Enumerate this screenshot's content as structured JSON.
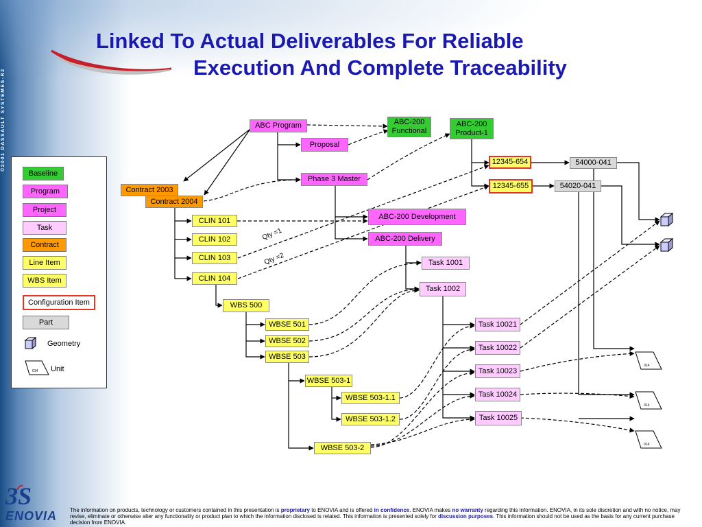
{
  "header": {
    "title_line1": "Linked To Actual Deliverables For Reliable",
    "title_line2": "Execution And Complete Traceability",
    "vertical_copyright": "©2001 DASSAULT SYSTEMES-R2"
  },
  "legend": {
    "baseline": "Baseline",
    "program": "Program",
    "project": "Project",
    "task": "Task",
    "contract": "Contract",
    "line_item": "Line Item",
    "wbs_item": "WBS Item",
    "configuration_item": "Configuration Item",
    "part": "Part",
    "geometry": "Geometry",
    "unit": "Unit"
  },
  "nodes": {
    "abc_program": "ABC Program",
    "abc200_functional": "ABC-200 Functional",
    "abc200_product1": "ABC-200 Product-1",
    "proposal": "Proposal",
    "phase3_master": "Phase 3 Master",
    "contract_2003": "Contract 2003",
    "contract_2004": "Contract 2004",
    "clin_101": "CLIN 101",
    "clin_102": "CLIN 102",
    "clin_103": "CLIN 103",
    "clin_104": "CLIN 104",
    "abc200_development": "ABC-200 Development",
    "abc200_delivery": "ABC-200 Delivery",
    "task_1001": "Task 1001",
    "task_1002": "Task 1002",
    "ci_12345_654": "12345-654",
    "ci_12345_655": "12345-655",
    "part_54000_041": "54000-041",
    "part_54020_041": "54020-041",
    "wbs_500": "WBS 500",
    "wbse_501": "WBSE 501",
    "wbse_502": "WBSE 502",
    "wbse_503": "WBSE 503",
    "wbse_503_1": "WBSE 503-1",
    "wbse_503_1_1": "WBSE 503-1.1",
    "wbse_503_1_2": "WBSE 503-1.2",
    "wbse_503_2": "WBSE 503-2",
    "task_10021": "Task 10021",
    "task_10022": "Task 10022",
    "task_10023": "Task 10023",
    "task_10024": "Task 10024",
    "task_10025": "Task 10025",
    "unit_label": "014"
  },
  "annotations": {
    "qty1": "Qty =1",
    "qty2": "Qty =2"
  },
  "footer": {
    "t1": "The information on products, technology or customers contained in this presentation is ",
    "h1": "proprietary",
    "t2": " to ENOVIA and is offered ",
    "h2": "in confidence",
    "t3": ".  ENOVIA makes ",
    "h3": "no warranty",
    "t4": " regarding this information. ENOVIA, in its sole discretion and with no notice, may revise, eliminate or otherwise alter any functionality or product plan to which the information disclosed is related. This information is presented solely for ",
    "h4": "discussion purposes",
    "t5": ". This information should not be used as the basis for any current purchase decision from ENOVIA."
  },
  "logo": {
    "ds": "3S",
    "brand": "ENOVIA"
  },
  "colors": {
    "title": "#1a1ab0",
    "baseline": "#33cc33",
    "program": "#ff66ff",
    "project": "#ff66ff",
    "task": "#ffccff",
    "contract": "#ff9900",
    "line_item": "#ffff66",
    "wbs_item": "#ffff66",
    "configuration_item_border": "#e63322",
    "part": "#d9d9d9"
  }
}
